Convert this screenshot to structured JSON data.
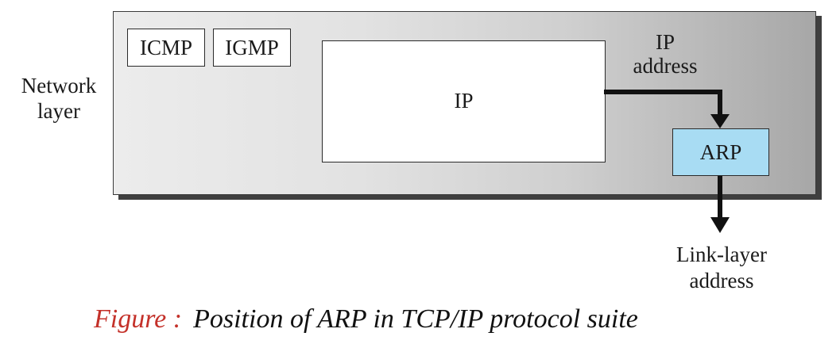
{
  "diagram": {
    "layer_label": [
      "Network",
      "layer"
    ],
    "protocols": {
      "icmp": "ICMP",
      "igmp": "IGMP",
      "ip": "IP",
      "arp": "ARP"
    },
    "ip_address_label": [
      "IP",
      "address"
    ],
    "link_layer_address_label": [
      "Link-layer",
      "address"
    ],
    "colors": {
      "arp_fill": "#a8dcf3",
      "caption_prefix": "#c4312a"
    }
  },
  "caption": {
    "prefix": "Figure :",
    "text": "Position of ARP in TCP/IP protocol suite"
  }
}
